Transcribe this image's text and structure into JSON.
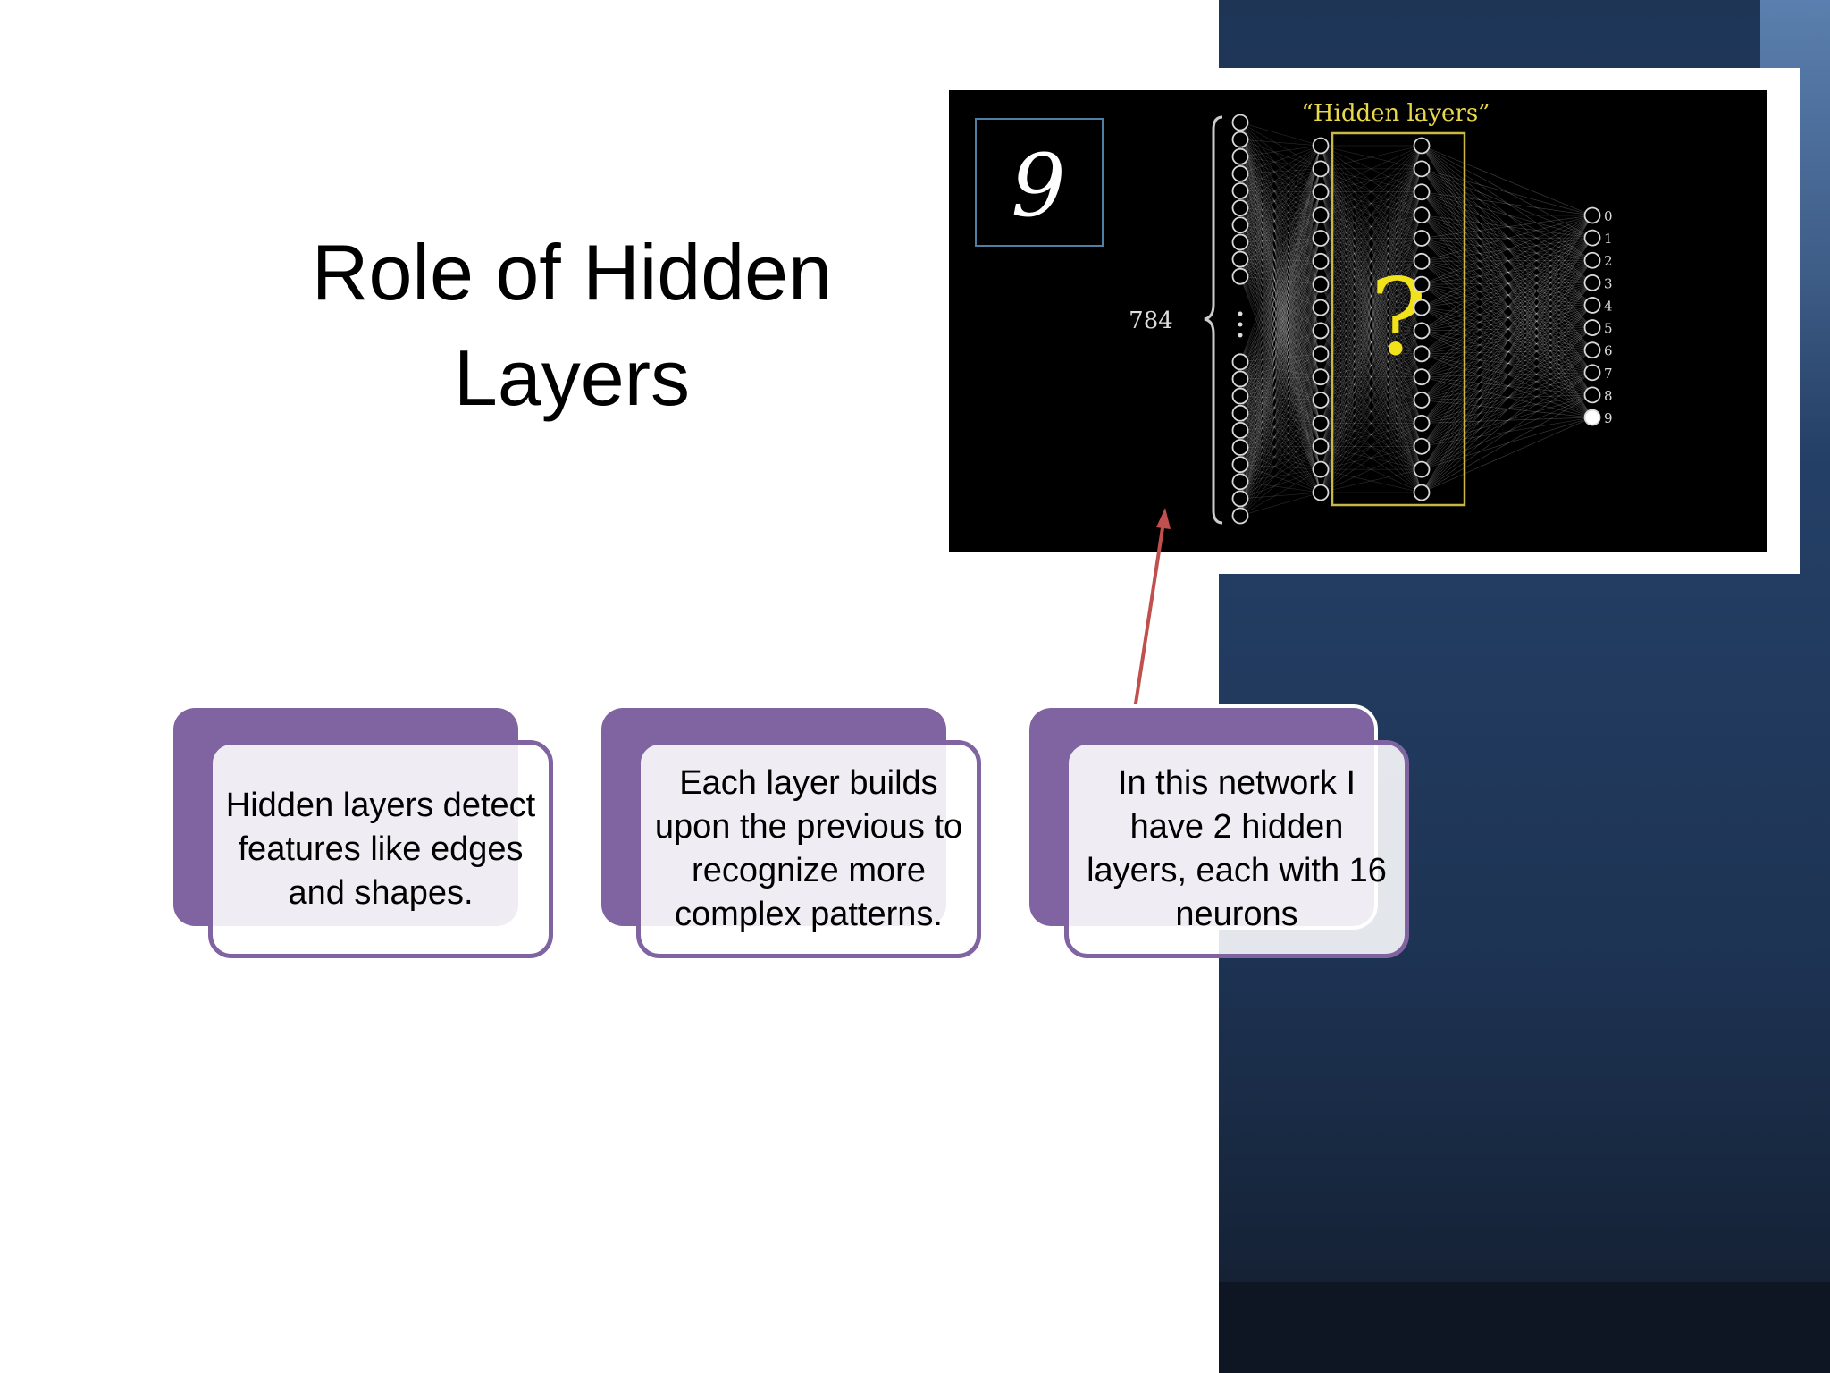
{
  "slide": {
    "title": "Role of Hidden Layers"
  },
  "diagram": {
    "caption": "“Hidden layers”",
    "input_count": "784",
    "digit": "9",
    "question_mark": "?",
    "output_labels": [
      "0",
      "1",
      "2",
      "3",
      "4",
      "5",
      "6",
      "7",
      "8",
      "9"
    ],
    "colors": {
      "caption": "#e9d94a",
      "question": "#f2e21b",
      "box": "#c9b845"
    }
  },
  "cards": [
    {
      "text": "Hidden layers detect features like edges and shapes."
    },
    {
      "text": "Each layer builds upon the previous to recognize more complex patterns."
    },
    {
      "text": "In this network I have 2 hidden layers, each with 16 neurons"
    }
  ],
  "colors": {
    "card_accent": "#8063a1",
    "arrow": "#c0504d",
    "background_dark": "#1e3556"
  }
}
